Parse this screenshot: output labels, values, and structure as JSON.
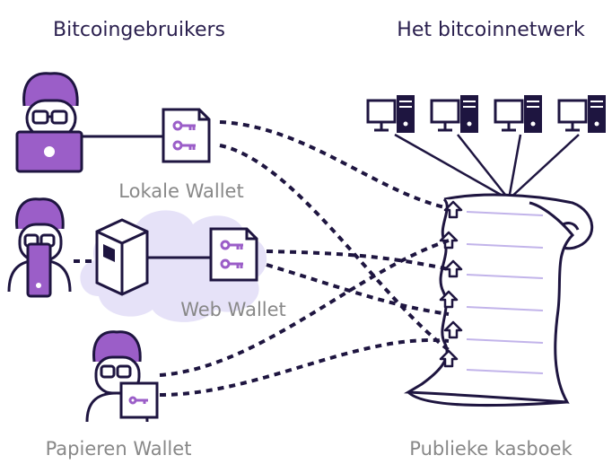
{
  "headings": {
    "users": "Bitcoingebruikers",
    "network": "Het bitcoinnetwerk"
  },
  "labels": {
    "local_wallet": "Lokale Wallet",
    "web_wallet": "Web Wallet",
    "paper_wallet": "Papieren Wallet",
    "public_ledger": "Publieke kasboek"
  },
  "colors": {
    "ink": "#1e1540",
    "purple": "#9b5ec8",
    "lavender": "#c9a7e6",
    "cloud": "#e6e2f8",
    "ledger_line": "#c2b4ea",
    "label_gray": "#888888",
    "heading": "#2a1f4e"
  },
  "icons": [
    "person-laptop-icon",
    "person-phone-icon",
    "person-paper-icon",
    "server-icon",
    "key-document-icon",
    "desktop-computer-icon",
    "ledger-scroll-icon",
    "up-arrow-icon"
  ]
}
